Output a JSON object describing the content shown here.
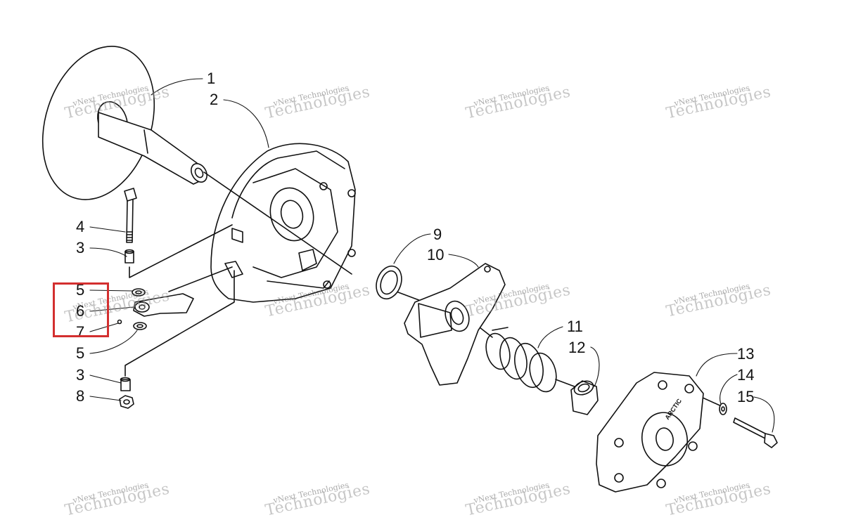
{
  "callouts": {
    "c1": "1",
    "c2": "2",
    "c3a": "3",
    "c4": "4",
    "c5a": "5",
    "c6": "6",
    "c7": "7",
    "c5b": "5",
    "c3b": "3",
    "c8": "8",
    "c9": "9",
    "c10": "10",
    "c11": "11",
    "c12": "12",
    "c13": "13",
    "c14": "14",
    "c15": "15"
  },
  "watermark": {
    "text_small": "vNext Technologies",
    "text_big": "Technologies"
  },
  "highlight": {
    "color": "#d32f2f",
    "items": [
      "5",
      "6",
      "7"
    ]
  },
  "hub_stamp": "ARCTIC"
}
